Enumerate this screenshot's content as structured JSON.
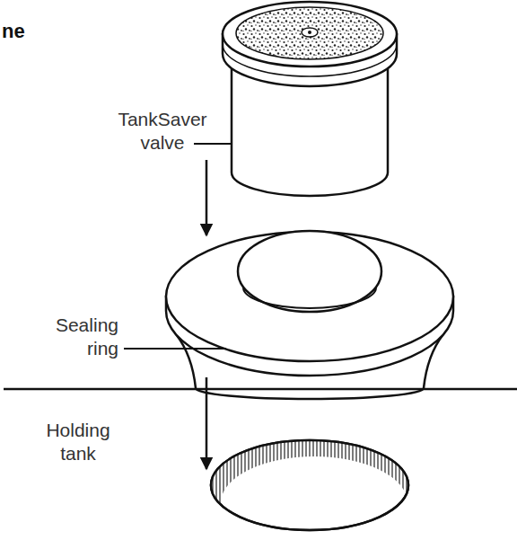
{
  "diagram": {
    "labels": [
      "ne",
      "TankSaver valve",
      "Sealing ring",
      "Holding tank"
    ]
  }
}
